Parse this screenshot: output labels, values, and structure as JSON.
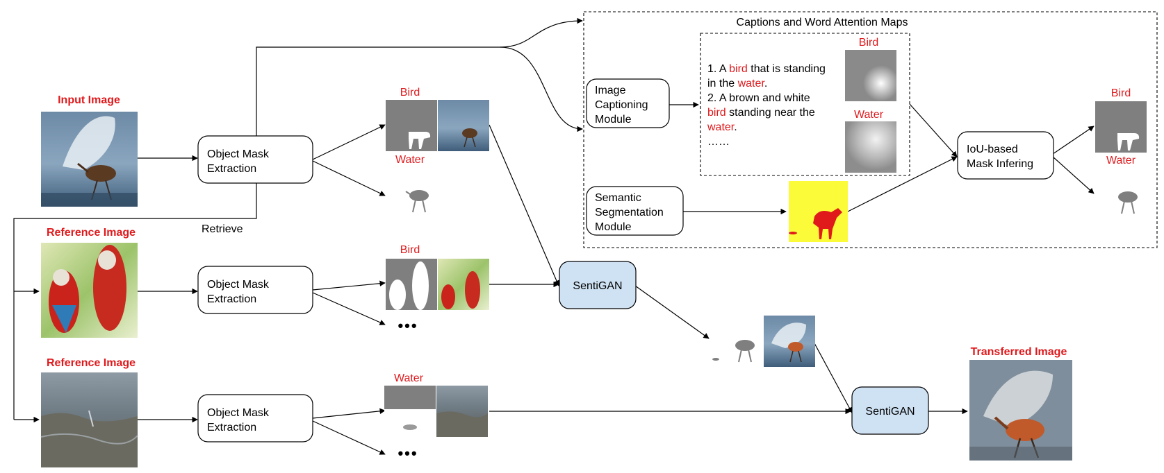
{
  "labels": {
    "input_image": "Input Image",
    "reference_image_1": "Reference Image",
    "reference_image_2": "Reference Image",
    "transferred_image": "Transferred Image",
    "retrieve": "Retrieve",
    "captions_title": "Captions and Word Attention Maps"
  },
  "modules": {
    "ome_top_1": "Object Mask",
    "ome_top_2": "Extraction",
    "ome_mid_1": "Object Mask",
    "ome_mid_2": "Extraction",
    "ome_bot_1": "Object Mask",
    "ome_bot_2": "Extraction",
    "captioning_1": "Image",
    "captioning_2": "Captioning",
    "captioning_3": "Module",
    "segmentation_1": "Semantic",
    "segmentation_2": "Segmentation",
    "segmentation_3": "Module",
    "iou_1": "IoU-based",
    "iou_2": "Mask Infering",
    "sentigan_1": "SentiGAN",
    "sentigan_2": "SentiGAN"
  },
  "mask_labels": {
    "top_bird": "Bird",
    "top_water": "Water",
    "mid_bird": "Bird",
    "mid_dots": "•••",
    "bot_water": "Water",
    "bot_dots": "•••",
    "attn_bird": "Bird",
    "attn_water": "Water",
    "out_bird": "Bird",
    "out_water": "Water"
  },
  "captions": {
    "c1a_pre": "1. A ",
    "c1a_word": "bird",
    "c1a_post": " that is standing",
    "c1b_pre": "in the ",
    "c1b_word": "water",
    "c1b_post": ".",
    "c2a": "2. A brown and white",
    "c2b_word": "bird",
    "c2b_post": " standing near the",
    "c2c_word": "water",
    "c2c_post": ".",
    "ellipsis": "……"
  },
  "colors": {
    "highlight_red": "#e0191c",
    "sentigan_fill": "#cfe2f3",
    "mask_gray": "#7f7f7f",
    "segmentation_yellow": "#fbfb3a"
  }
}
